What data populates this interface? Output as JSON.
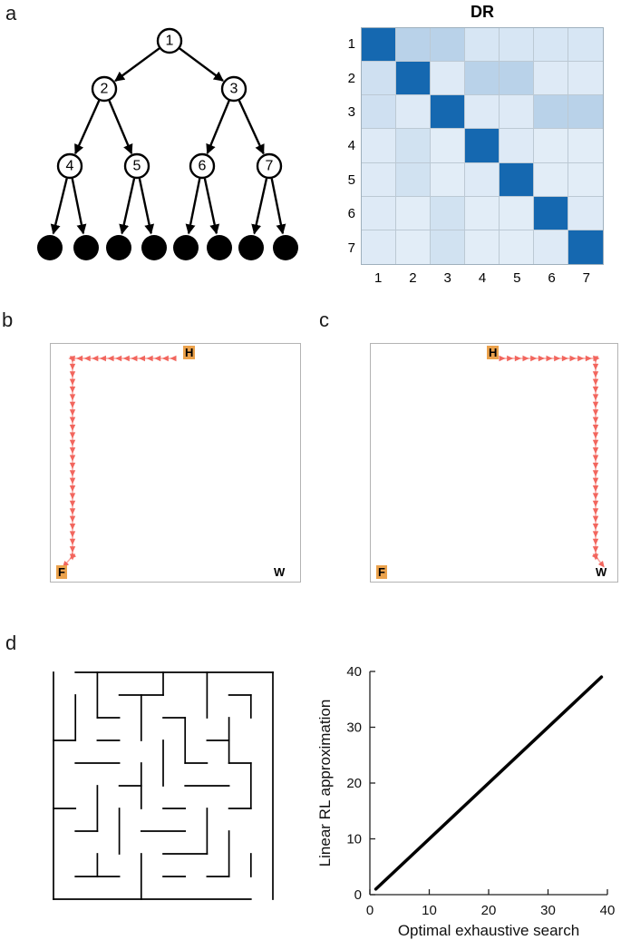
{
  "colors": {
    "heat_low": "#edf4fb",
    "heat_high": "#1568b0",
    "path_arrow": "#f2665e",
    "path_line": "#f9aaa4",
    "label_highlight": "#eba24c",
    "maze_wall": "#000000",
    "plot_line": "#000000"
  },
  "panel_labels": {
    "a": "a",
    "b": "b",
    "c": "c",
    "d": "d"
  },
  "tree": {
    "node_labels": [
      "1",
      "2",
      "3",
      "4",
      "5",
      "6",
      "7"
    ],
    "leaf_count": 8
  },
  "chart_data": [
    {
      "type": "heatmap",
      "title": "DR",
      "row_labels": [
        "1",
        "2",
        "3",
        "4",
        "5",
        "6",
        "7"
      ],
      "col_labels": [
        "1",
        "2",
        "3",
        "4",
        "5",
        "6",
        "7"
      ],
      "values": [
        [
          1.0,
          0.24,
          0.24,
          0.1,
          0.1,
          0.1,
          0.1
        ],
        [
          0.14,
          1.0,
          0.07,
          0.24,
          0.24,
          0.07,
          0.07
        ],
        [
          0.14,
          0.07,
          1.0,
          0.07,
          0.07,
          0.24,
          0.24
        ],
        [
          0.07,
          0.13,
          0.05,
          1.0,
          0.07,
          0.05,
          0.05
        ],
        [
          0.07,
          0.13,
          0.05,
          0.07,
          1.0,
          0.05,
          0.05
        ],
        [
          0.07,
          0.05,
          0.13,
          0.05,
          0.05,
          1.0,
          0.07
        ],
        [
          0.07,
          0.05,
          0.13,
          0.05,
          0.05,
          0.07,
          1.0
        ]
      ],
      "legend_position": "none",
      "grid": true
    },
    {
      "type": "line",
      "x": [
        1,
        39
      ],
      "y": [
        1,
        39
      ],
      "xlabel": "Optimal exhaustive search",
      "ylabel": "Linear RL approximation",
      "xticks": [
        0,
        10,
        20,
        30,
        40
      ],
      "yticks": [
        0,
        10,
        20,
        30,
        40
      ],
      "xlim": [
        0,
        40
      ],
      "ylim": [
        0,
        40
      ],
      "title": "",
      "grid": false
    }
  ],
  "gridworld_b": {
    "home": "H",
    "food": "F",
    "water": "W",
    "path_waypoints": [
      [
        136,
        16
      ],
      [
        24,
        16
      ],
      [
        24,
        234
      ],
      [
        16,
        243
      ]
    ],
    "arrow_spacing": 8.5
  },
  "gridworld_c": {
    "home": "H",
    "food": "F",
    "water": "W",
    "path_waypoints": [
      [
        144,
        16
      ],
      [
        248,
        16
      ],
      [
        248,
        234
      ],
      [
        255,
        243
      ]
    ],
    "arrow_spacing": 8.5
  },
  "maze": {
    "cols": 10,
    "rows": 10,
    "segments": [
      [
        1,
        0,
        10,
        0
      ],
      [
        10,
        0,
        10,
        10
      ],
      [
        0,
        10,
        9,
        10
      ],
      [
        0,
        0,
        0,
        10
      ],
      [
        2,
        0,
        2,
        2
      ],
      [
        5,
        0,
        5,
        1
      ],
      [
        7,
        0,
        7,
        2
      ],
      [
        1,
        1,
        1,
        3
      ],
      [
        3,
        1,
        5,
        1
      ],
      [
        8,
        1,
        9,
        1
      ],
      [
        4,
        1,
        4,
        3
      ],
      [
        9,
        1,
        9,
        2
      ],
      [
        2,
        2,
        3,
        2
      ],
      [
        5,
        2,
        6,
        2
      ],
      [
        6,
        2,
        6,
        4
      ],
      [
        8,
        2,
        8,
        4
      ],
      [
        0,
        3,
        1,
        3
      ],
      [
        2,
        3,
        3,
        3
      ],
      [
        5,
        3,
        5,
        5
      ],
      [
        7,
        3,
        8,
        3
      ],
      [
        1,
        4,
        3,
        4
      ],
      [
        4,
        4,
        4,
        6
      ],
      [
        6,
        4,
        7,
        4
      ],
      [
        8,
        4,
        9,
        4
      ],
      [
        9,
        4,
        9,
        6
      ],
      [
        2,
        5,
        2,
        7
      ],
      [
        3,
        5,
        4,
        5
      ],
      [
        6,
        5,
        8,
        5
      ],
      [
        0,
        6,
        1,
        6
      ],
      [
        3,
        6,
        3,
        8
      ],
      [
        5,
        6,
        6,
        6
      ],
      [
        7,
        6,
        7,
        8
      ],
      [
        8,
        6,
        9,
        6
      ],
      [
        1,
        7,
        2,
        7
      ],
      [
        4,
        7,
        6,
        7
      ],
      [
        8,
        7,
        8,
        9
      ],
      [
        4,
        8,
        4,
        10
      ],
      [
        5,
        8,
        7,
        8
      ],
      [
        9,
        8,
        9,
        9
      ],
      [
        2,
        8,
        2,
        9
      ],
      [
        1,
        9,
        3,
        9
      ],
      [
        5,
        9,
        6,
        9
      ],
      [
        7,
        9,
        8,
        9
      ]
    ]
  }
}
